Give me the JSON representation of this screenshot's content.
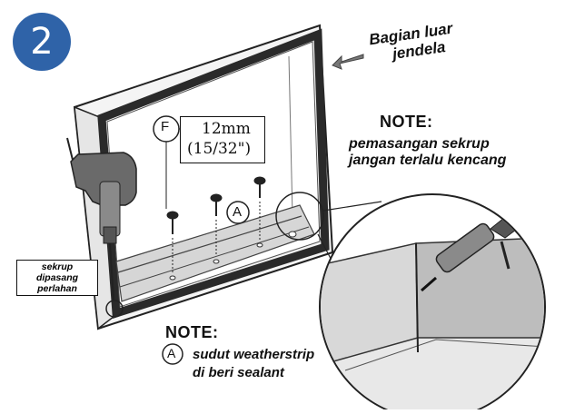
{
  "step_number": "2",
  "labels": {
    "outside_window_line1": "Bagian luar",
    "outside_window_line2": "jendela",
    "note_title": "NOTE:",
    "note_text_line1": "pemasangan sekrup",
    "note_text_line2": "jangan terlalu kencang",
    "screw_letter": "F",
    "screw_size_mm": "12mm",
    "screw_size_inch": "(15/32\")",
    "marker_a": "A",
    "drill_line1": "sekrup",
    "drill_line2": "dipasang",
    "drill_line3": "perlahan",
    "note2_title": "NOTE:",
    "note2_marker": "A",
    "note2_line1": "sudut weatherstrip",
    "note2_line2": "di beri sealant"
  },
  "colors": {
    "badge": "#2f63a8",
    "frame": "#2a2a2a",
    "strip": "#cfcfcf",
    "wall": "#f4f4f4"
  }
}
